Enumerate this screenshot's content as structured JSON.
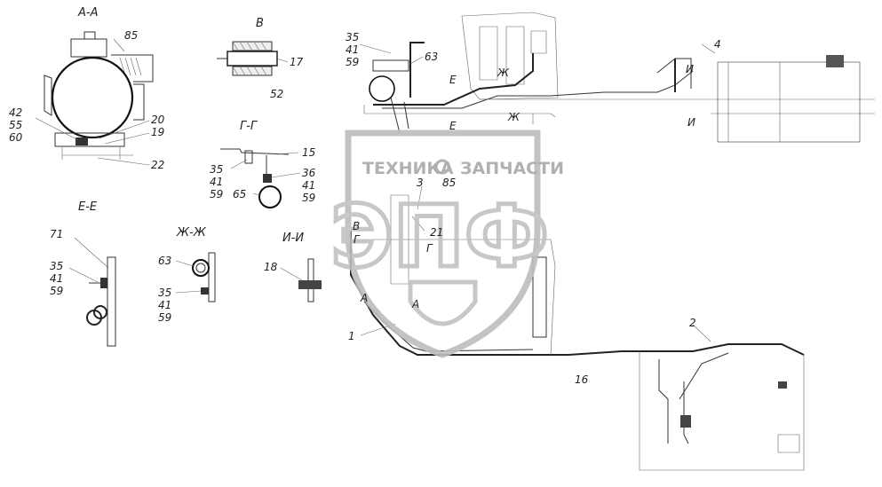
{
  "sections": {
    "aa": "А-А",
    "v": "В",
    "gg": "Г-Г",
    "ee": "Е-Е",
    "zhzh": "Ж-Ж",
    "ii": "И-И"
  },
  "labels": {
    "aa_85": "85",
    "aa_42": "42",
    "aa_55": "55",
    "aa_60": "60",
    "aa_20": "20",
    "aa_19": "19",
    "aa_22": "22",
    "v_17": "17",
    "v_52": "52",
    "gg_15": "15",
    "gg_35": "35",
    "gg_41": "41",
    "gg_59": "59",
    "gg_36": "36",
    "gg_41b": "41",
    "gg_59b": "59",
    "gg_65": "65",
    "ee_71": "71",
    "ee_35": "35",
    "ee_41": "41",
    "ee_59": "59",
    "zh_63": "63",
    "zh_35": "35",
    "zh_41": "41",
    "zh_59": "59",
    "ii_18": "18",
    "m_35": "35",
    "m_41": "41",
    "m_59": "59",
    "m_63": "63",
    "m_4": "4",
    "m_3": "3",
    "m_85": "85",
    "m_21": "21",
    "m_2": "2",
    "m_1": "1",
    "m_16": "16",
    "m_E1": "Е",
    "m_E2": "Е",
    "m_Zh1": "Ж",
    "m_Zh2": "Ж",
    "m_I1": "И",
    "m_I2": "И",
    "m_V": "В",
    "m_G1": "Г",
    "m_G2": "Г",
    "m_A1": "А",
    "m_A2": "А"
  },
  "watermark": {
    "line1": "ТЕХНИКА",
    "line2": "ЗАПЧАСТИ",
    "logo": "ЭПФ"
  }
}
